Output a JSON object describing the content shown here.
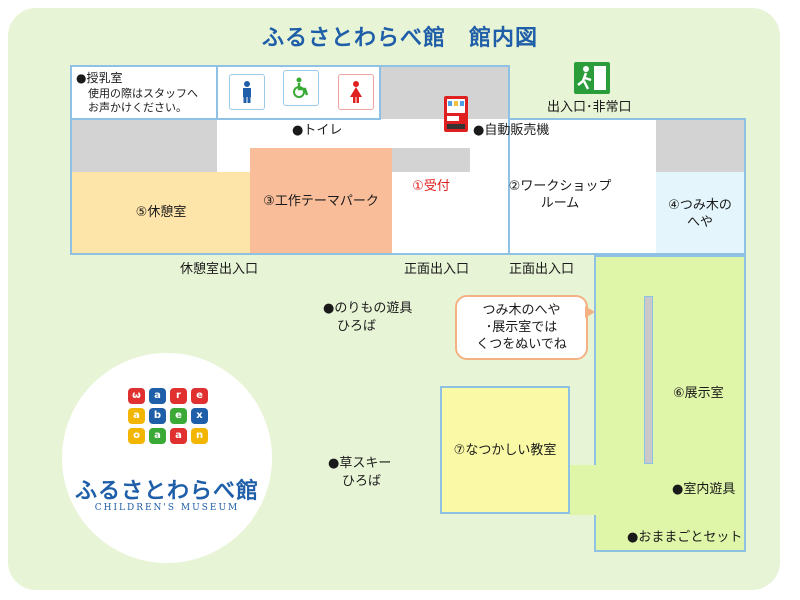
{
  "title": "ふるさとわらべ館　館内図",
  "rooms": {
    "nursing": {
      "name": "●授乳室",
      "note_line1": "使用の際はスタッフへ",
      "note_line2": "お声かけください。"
    },
    "rest": "⑤休憩室",
    "craft": "③工作テーマパーク",
    "reception": "①受付",
    "workshop_line1": "②ワークショップ",
    "workshop_line2": "ルーム",
    "blocks_line1": "④つみ木の",
    "blocks_line2": "へや",
    "exhibit": "⑥展示室",
    "classroom": "⑦なつかしい教室"
  },
  "labels": {
    "toilet": "●トイレ",
    "vending": "●自動販売機",
    "exit": "出入口･非常口",
    "rest_entrance": "休憩室出入口",
    "front_entrance_1": "正面出入口",
    "front_entrance_2": "正面出入口",
    "vehicle_plaza_line1": "●のりもの遊具",
    "vehicle_plaza_line2": "ひろば",
    "grass_ski_line1": "●草スキー",
    "grass_ski_line2": "ひろば",
    "indoor_play": "●室内遊具",
    "playhouse_set": "●おままごとセット"
  },
  "bubble": {
    "line1": "つみ木のへや",
    "line2": "･展示室では",
    "line3": "くつをぬいでね"
  },
  "logo": {
    "name": "ふるさとわらべ館",
    "subtitle": "CHILDREN'S MUSEUM"
  },
  "icons": [
    "restroom-male-icon",
    "restroom-accessible-icon",
    "restroom-female-icon",
    "vending-machine-icon",
    "emergency-exit-icon"
  ],
  "colors": {
    "title": "#1f5ea8",
    "rest_room": "#fde4a8",
    "craft_room": "#f9bd9a",
    "reception_text": "#e02020",
    "blocks_room": "#e4f6fb",
    "exhibit_room": "#dff5a8",
    "classroom": "#fafaa6",
    "wall": "#8fc1e4",
    "gray": "#d0d0d0"
  }
}
